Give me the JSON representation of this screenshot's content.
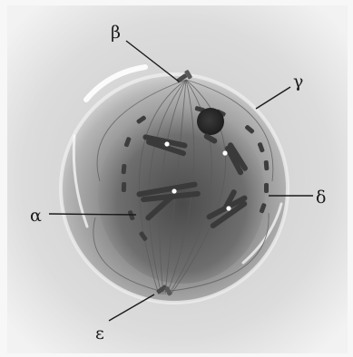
{
  "figure": {
    "labels": {
      "alpha": "α",
      "beta": "β",
      "gamma": "γ",
      "delta": "δ",
      "epsilon": "ε"
    }
  }
}
